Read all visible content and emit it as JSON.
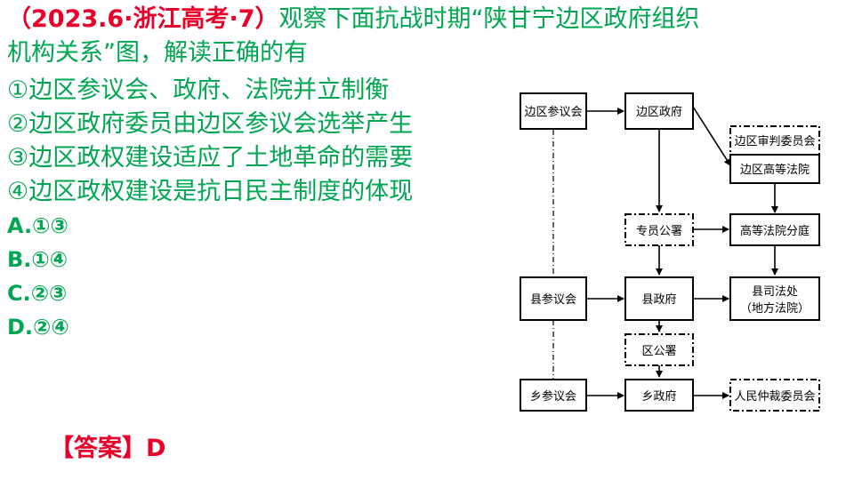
{
  "question": {
    "source": "（2023.6·浙江高考·7）",
    "stem_line1": "观察下面抗战时期“陕甘宁边区政府组织",
    "stem_line2": "机构关系”图，解读正确的有",
    "statements": [
      "①边区参议会、政府、法院并立制衡",
      "②边区政府委员由边区参议会选举产生",
      "③边区政权建设适应了土地革命的需要",
      "④边区政权建设是抗日民主制度的体现"
    ],
    "options": [
      "A.①③",
      "B.①④",
      "C.②③",
      "D.②④"
    ]
  },
  "answer": {
    "label": "【答案】",
    "value": "D"
  },
  "diagram": {
    "nodes": {
      "border_council": "边区参议会",
      "border_gov": "边区政府",
      "trial_committee": "边区审判委员会",
      "high_court": "边区高等法院",
      "commissioner": "专员公署",
      "court_branch": "高等法院分庭",
      "county_council": "县参议会",
      "county_gov": "县政府",
      "county_judicial": "县司法处",
      "county_judicial_sub": "（地方法院）",
      "district_office": "区公署",
      "township_council": "乡参议会",
      "township_gov": "乡政府",
      "arbitration": "人民仲裁委员会"
    }
  }
}
